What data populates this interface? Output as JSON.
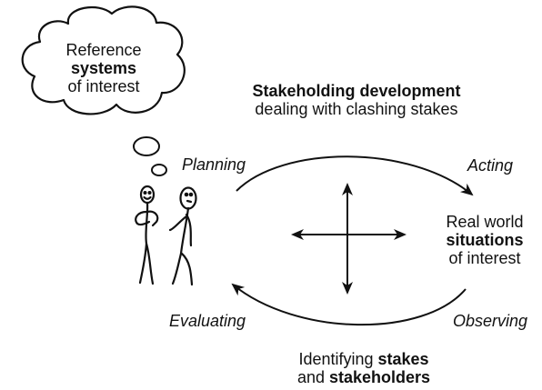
{
  "thought_bubble": {
    "line1": "Reference",
    "line2_bold": "systems",
    "line3": "of interest"
  },
  "title": {
    "bold": "Stakeholding development",
    "subtitle": "dealing with clashing stakes"
  },
  "stages": {
    "planning": "Planning",
    "acting": "Acting",
    "evaluating": "Evaluating",
    "observing": "Observing"
  },
  "real_world": {
    "line1": "Real world",
    "line2_bold": "situations",
    "line3": "of interest"
  },
  "bottom": {
    "line1_prefix": "Identifying ",
    "line1_bold": "stakes",
    "line2_prefix": "and ",
    "line2_bold": "stakeholders"
  },
  "icons": {
    "figures": "two-stick-figures-icon",
    "cross_arrows": "four-way-arrow-icon"
  },
  "colors": {
    "ink": "#111111",
    "background": "#ffffff"
  }
}
